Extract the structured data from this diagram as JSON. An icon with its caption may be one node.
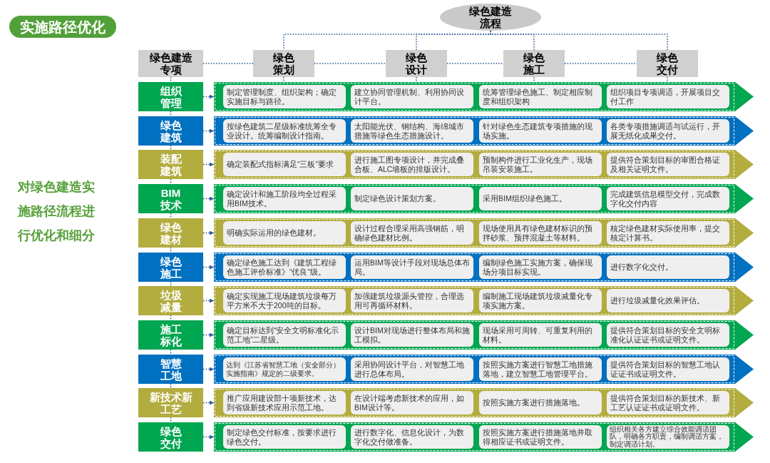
{
  "diagram": {
    "title": "实施路径优化",
    "nodes": [
      {
        "text": [
          "绿色建造流程"
        ]
      },
      {
        "text": [
          "绿色建造专项"
        ]
      },
      {
        "text": [
          "绿色策划"
        ]
      },
      {
        "text": [
          "绿色设计"
        ]
      },
      {
        "text": [
          "绿色施工"
        ]
      },
      {
        "text": [
          "绿色交付"
        ]
      },
      {
        "text": [
          "组织管理"
        ]
      },
      {
        "text": [],
        "shape": "arrow"
      },
      {
        "text": [
          "制定管理制度、组织架构；确定实施目标与路径。"
        ],
        "in": 7
      },
      {
        "text": [
          "建立协同管理机制、利用协同设计平台。"
        ],
        "in": 7
      },
      {
        "text": [
          "统筹管理绿色施工、制定相应制度和组织架构"
        ],
        "in": 7
      },
      {
        "text": [
          "组织项目专项调适，开展项目交付工作"
        ],
        "in": 7
      },
      {
        "text": [
          "绿色建筑"
        ]
      },
      {
        "text": [],
        "shape": "arrow"
      },
      {
        "text": [
          "按绿色建筑二星级标准统筹全专业设计。统筹编制设计指南。"
        ],
        "in": 13
      },
      {
        "text": [
          "太阳能光伏、钢结构、海绵城市措施等绿色生态措施设计。"
        ],
        "in": 13
      },
      {
        "text": [
          "针对绿色生态建筑专项措施的现场实施。"
        ],
        "in": 13
      },
      {
        "text": [
          "各类专项措施调适与试运行，开展无纸化成果交付。"
        ],
        "in": 13
      },
      {
        "text": [
          "装配建筑"
        ]
      },
      {
        "text": [],
        "shape": "arrow"
      },
      {
        "text": [
          "确定装配式指标满足“三板”要求"
        ],
        "in": 19
      },
      {
        "text": [
          "进行施工图专项设计，并完成叠合板、ALC墙板的排版设计。"
        ],
        "in": 19
      },
      {
        "text": [
          "预制构件进行工业化生产，现场吊装安装施工。"
        ],
        "in": 19
      },
      {
        "text": [
          "提供符合策划目标的审图合格证及相关证明文件。"
        ],
        "in": 19
      },
      {
        "text": [
          "BIM技术"
        ]
      },
      {
        "text": [],
        "shape": "arrow"
      },
      {
        "text": [
          "确定设计和施工阶段均全过程采用BIM技术。"
        ],
        "in": 25
      },
      {
        "text": [
          "制定绿色设计策划方案。"
        ],
        "in": 25
      },
      {
        "text": [
          "采用BIM组织绿色施工。"
        ],
        "in": 25
      },
      {
        "text": [
          "完成建筑信息模型交付，完成数字化交付内容"
        ],
        "in": 25
      },
      {
        "text": [
          "绿色建材"
        ]
      },
      {
        "text": [],
        "shape": "arrow"
      },
      {
        "text": [
          "明确实际运用的绿色建材。"
        ],
        "in": 31
      },
      {
        "text": [
          "设计过程合理采用高强钢筋，明确绿色建材比例。"
        ],
        "in": 31
      },
      {
        "text": [
          "现场使用具有绿色建材标识的预拌砂浆、预拌混凝土等材料。"
        ],
        "in": 31
      },
      {
        "text": [
          "核定绿色建材实际使用率，提交核定计算书。"
        ],
        "in": 31
      },
      {
        "text": [
          "绿色施工"
        ]
      },
      {
        "text": [],
        "shape": "arrow"
      },
      {
        "text": [
          "确定绿色施工达到《建筑工程绿色施工评价标准》“优良”级。"
        ],
        "in": 37
      },
      {
        "text": [
          "运用BIM等设计手段对现场总体布局。"
        ],
        "in": 37
      },
      {
        "text": [
          "编制绿色施工实施方案，确保现场分项目标实现。"
        ],
        "in": 37
      },
      {
        "text": [
          "进行数字化交付。"
        ],
        "in": 37
      },
      {
        "text": [
          "垃圾减量"
        ]
      },
      {
        "text": [],
        "shape": "arrow"
      },
      {
        "text": [
          "确定实现施工现场建筑垃圾每万平方米不大于200吨的目标。"
        ],
        "in": 43
      },
      {
        "text": [
          "加强建筑垃圾源头管控，合理选用可再循环材料。"
        ],
        "in": 43
      },
      {
        "text": [
          "编制施工现场建筑垃圾减量化专项实施方案。"
        ],
        "in": 43
      },
      {
        "text": [
          "进行垃圾减量化效果评估。"
        ],
        "in": 43
      },
      {
        "text": [
          "施工标化"
        ]
      },
      {
        "text": [],
        "shape": "arrow"
      },
      {
        "text": [
          "确定目标达到“安全文明标准化示范工地”二星级。"
        ],
        "in": 49
      },
      {
        "text": [
          "设计BIM对现场进行整体布局和施工模拟。"
        ],
        "in": 49
      },
      {
        "text": [
          "现场采用可周转、可重复利用的材料。"
        ],
        "in": 49
      },
      {
        "text": [
          "提供符合策划目标的安全文明标准化认证证书或证明文件。"
        ],
        "in": 49
      },
      {
        "text": [
          "智慧工地"
        ]
      },
      {
        "text": [],
        "shape": "arrow"
      },
      {
        "text": [
          "达到《江苏省智慧工地（安全部分）实施指南》规定的二级要求。"
        ],
        "in": 55
      },
      {
        "text": [
          "采用协同设计平台，对智慧工地进行总体布局。"
        ],
        "in": 55
      },
      {
        "text": [
          "按照实施方案进行智慧工地措施落地，建立智慧工地管理平台。"
        ],
        "in": 55
      },
      {
        "text": [
          "提供符合策划目标的智慧工地认证证书或证明文件。"
        ],
        "in": 55
      },
      {
        "text": [
          "新技术新工艺"
        ]
      },
      {
        "text": [],
        "shape": "arrow"
      },
      {
        "text": [
          "推广应用建设部十项新技术，达到省级新技术应用示范工地。"
        ],
        "in": 61
      },
      {
        "text": [
          "在设计端考虑新技术的应用，如BIM设计等。"
        ],
        "in": 61
      },
      {
        "text": [
          "按照实施方案进行措施落地。"
        ],
        "in": 61
      },
      {
        "text": [
          "提供符合策划目标的新技术、新工艺认证证书或证明文件。"
        ],
        "in": 61
      },
      {
        "text": [
          "绿色交付"
        ]
      },
      {
        "text": [],
        "shape": "arrow"
      },
      {
        "text": [
          "制定绿色交付标准，按要求进行绿色交付。"
        ],
        "in": 67
      },
      {
        "text": [
          "进行数字化、信息化设计，为数字化交付做准备。"
        ],
        "in": 67
      },
      {
        "text": [
          "按照实施方案进行措施落地并取得相应证书或证明文件。"
        ],
        "in": 67
      },
      {
        "text": [
          "组织相关各方建立综合效能调适团队，明确各方职责，编制调适方案，制定调适计划。"
        ],
        "in": 67
      }
    ],
    "edges": [
      {
        "from": 0,
        "to": 2,
        "arrow": "none",
        "style": "dashed"
      },
      {
        "from": 0,
        "to": 3,
        "arrow": "none",
        "style": "dashed"
      },
      {
        "from": 0,
        "to": 4,
        "arrow": "none",
        "style": "dashed"
      },
      {
        "from": 0,
        "to": 5,
        "arrow": "none",
        "style": "dashed"
      },
      {
        "from": 1,
        "to": 2,
        "arrow": "none",
        "style": "dashed"
      },
      {
        "from": 2,
        "to": 3,
        "arrow": "none",
        "style": "dashed"
      },
      {
        "from": 3,
        "to": 4,
        "arrow": "none",
        "style": "dashed"
      },
      {
        "from": 4,
        "to": 5,
        "arrow": "none",
        "style": "dashed"
      },
      {
        "from": 1,
        "to": 6,
        "arrow": "none",
        "style": "dashed"
      },
      {
        "from": 6,
        "to": 12,
        "arrow": "none",
        "style": "dashed"
      },
      {
        "from": 12,
        "to": 18,
        "arrow": "none",
        "style": "dashed"
      },
      {
        "from": 18,
        "to": 24,
        "arrow": "none",
        "style": "dashed"
      },
      {
        "from": 24,
        "to": 30,
        "arrow": "none",
        "style": "dashed"
      },
      {
        "from": 30,
        "to": 36,
        "arrow": "none",
        "style": "dashed"
      },
      {
        "from": 36,
        "to": 42,
        "arrow": "none",
        "style": "dashed"
      },
      {
        "from": 42,
        "to": 48,
        "arrow": "none",
        "style": "dashed"
      },
      {
        "from": 48,
        "to": 54,
        "arrow": "none",
        "style": "dashed"
      },
      {
        "from": 54,
        "to": 60,
        "arrow": "none",
        "style": "dashed"
      },
      {
        "from": 60,
        "to": 66,
        "arrow": "none",
        "style": "dashed"
      },
      {
        "from": 6,
        "to": 7,
        "arrow": "to",
        "style": "dashed"
      },
      {
        "from": 12,
        "to": 13,
        "arrow": "to",
        "style": "dashed"
      },
      {
        "from": 18,
        "to": 19,
        "arrow": "to",
        "style": "dashed"
      },
      {
        "from": 24,
        "to": 25,
        "arrow": "to",
        "style": "dashed"
      },
      {
        "from": 30,
        "to": 31,
        "arrow": "to",
        "style": "dashed"
      },
      {
        "from": 36,
        "to": 37,
        "arrow": "to",
        "style": "dashed"
      },
      {
        "from": 42,
        "to": 43,
        "arrow": "to",
        "style": "dashed"
      },
      {
        "from": 48,
        "to": 49,
        "arrow": "to",
        "style": "dashed"
      },
      {
        "from": 54,
        "to": 55,
        "arrow": "to",
        "style": "dashed"
      },
      {
        "from": 60,
        "to": 61,
        "arrow": "to",
        "style": "dashed"
      },
      {
        "from": 66,
        "to": 67,
        "arrow": "to",
        "style": "dashed"
      },
      {
        "from": 2,
        "to": 7,
        "arrow": "none",
        "style": "dashed"
      },
      {
        "from": 3,
        "to": 7,
        "arrow": "none",
        "style": "dashed"
      },
      {
        "from": 4,
        "to": 7,
        "arrow": "none",
        "style": "dashed"
      },
      {
        "from": 5,
        "to": 7,
        "arrow": "none",
        "style": "dashed"
      }
    ],
    "labels": [
      "对绿色建造实施路径流程进行优化和细分"
    ]
  }
}
